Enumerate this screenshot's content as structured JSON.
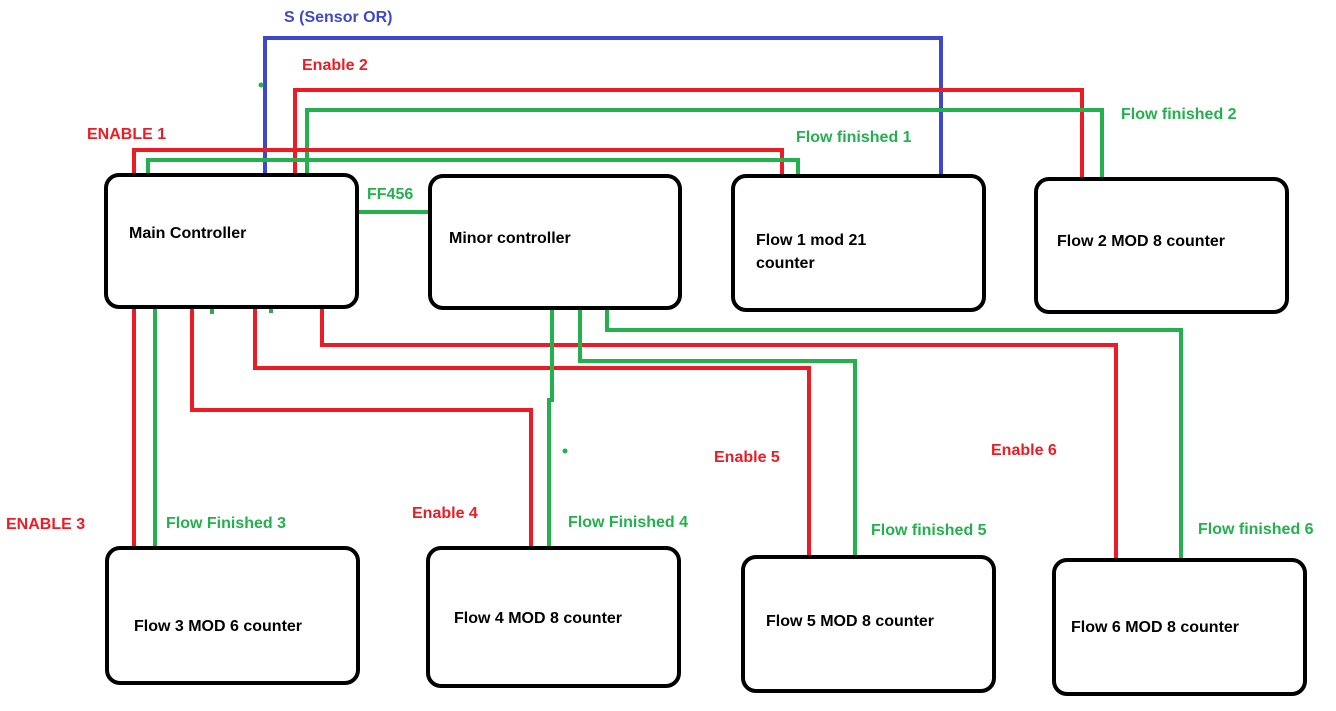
{
  "colors": {
    "enable": "#ed1c24",
    "flow": "#22b14c",
    "sensor": "#3f48cc",
    "box_border": "#000000"
  },
  "blocks": {
    "main": "Main Controller",
    "minor": "Minor controller",
    "flow1_line1": "Flow 1 mod 21",
    "flow1_line2": "counter",
    "flow2": "Flow 2 MOD 8 counter",
    "flow3": "Flow 3 MOD 6 counter",
    "flow4": "Flow 4 MOD 8 counter",
    "flow5": "Flow 5 MOD 8 counter",
    "flow6": "Flow 6 MOD 8 counter"
  },
  "signals": {
    "sensor_or": "S (Sensor OR)",
    "enable1": "ENABLE 1",
    "enable2": "Enable 2",
    "enable3": "ENABLE 3",
    "enable4": "Enable 4",
    "enable5": "Enable 5",
    "enable6": "Enable 6",
    "flow_finished1": "Flow finished 1",
    "flow_finished2": "Flow finished 2",
    "flow_finished3": "Flow Finished 3",
    "flow_finished4": "Flow Finished 4",
    "flow_finished5": "Flow finished 5",
    "flow_finished6": "Flow finished 6",
    "ff456": "FF456"
  }
}
